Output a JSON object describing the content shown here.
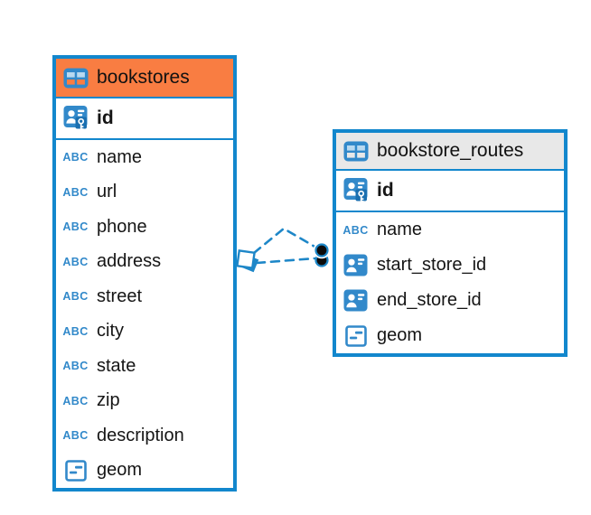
{
  "diagram": {
    "colors": {
      "accent_blue": "#1287cd",
      "icon_blue": "#3289ca",
      "icon_cell_light": "#b9d9f0",
      "connector_blue": "#1e87c8",
      "orange_header": "#f97d42",
      "gray_header": "#e8e8e8",
      "key_tile_blue": "#1a6fb0"
    },
    "icons": {
      "text_type_label": "ABC"
    },
    "tables": [
      {
        "name": "bookstores",
        "header_color": "#f97d42",
        "columns": [
          {
            "name": "id",
            "icon": "primary-key-icon",
            "pk": true
          },
          {
            "name": "name",
            "icon": "text-icon"
          },
          {
            "name": "url",
            "icon": "text-icon"
          },
          {
            "name": "phone",
            "icon": "text-icon"
          },
          {
            "name": "address",
            "icon": "text-icon"
          },
          {
            "name": "street",
            "icon": "text-icon"
          },
          {
            "name": "city",
            "icon": "text-icon"
          },
          {
            "name": "state",
            "icon": "text-icon"
          },
          {
            "name": "zip",
            "icon": "text-icon"
          },
          {
            "name": "description",
            "icon": "text-icon"
          },
          {
            "name": "geom",
            "icon": "object-icon"
          }
        ]
      },
      {
        "name": "bookstore_routes",
        "header_color": "#e8e8e8",
        "columns": [
          {
            "name": "id",
            "icon": "primary-key-icon",
            "pk": true
          },
          {
            "name": "name",
            "icon": "text-icon"
          },
          {
            "name": "start_store_id",
            "icon": "foreign-key-icon"
          },
          {
            "name": "end_store_id",
            "icon": "foreign-key-icon"
          },
          {
            "name": "geom",
            "icon": "object-icon"
          }
        ]
      }
    ],
    "relationships": {
      "style": "dashed",
      "count": 2,
      "from_table": "bookstore_routes",
      "to_table": "bookstores"
    }
  }
}
